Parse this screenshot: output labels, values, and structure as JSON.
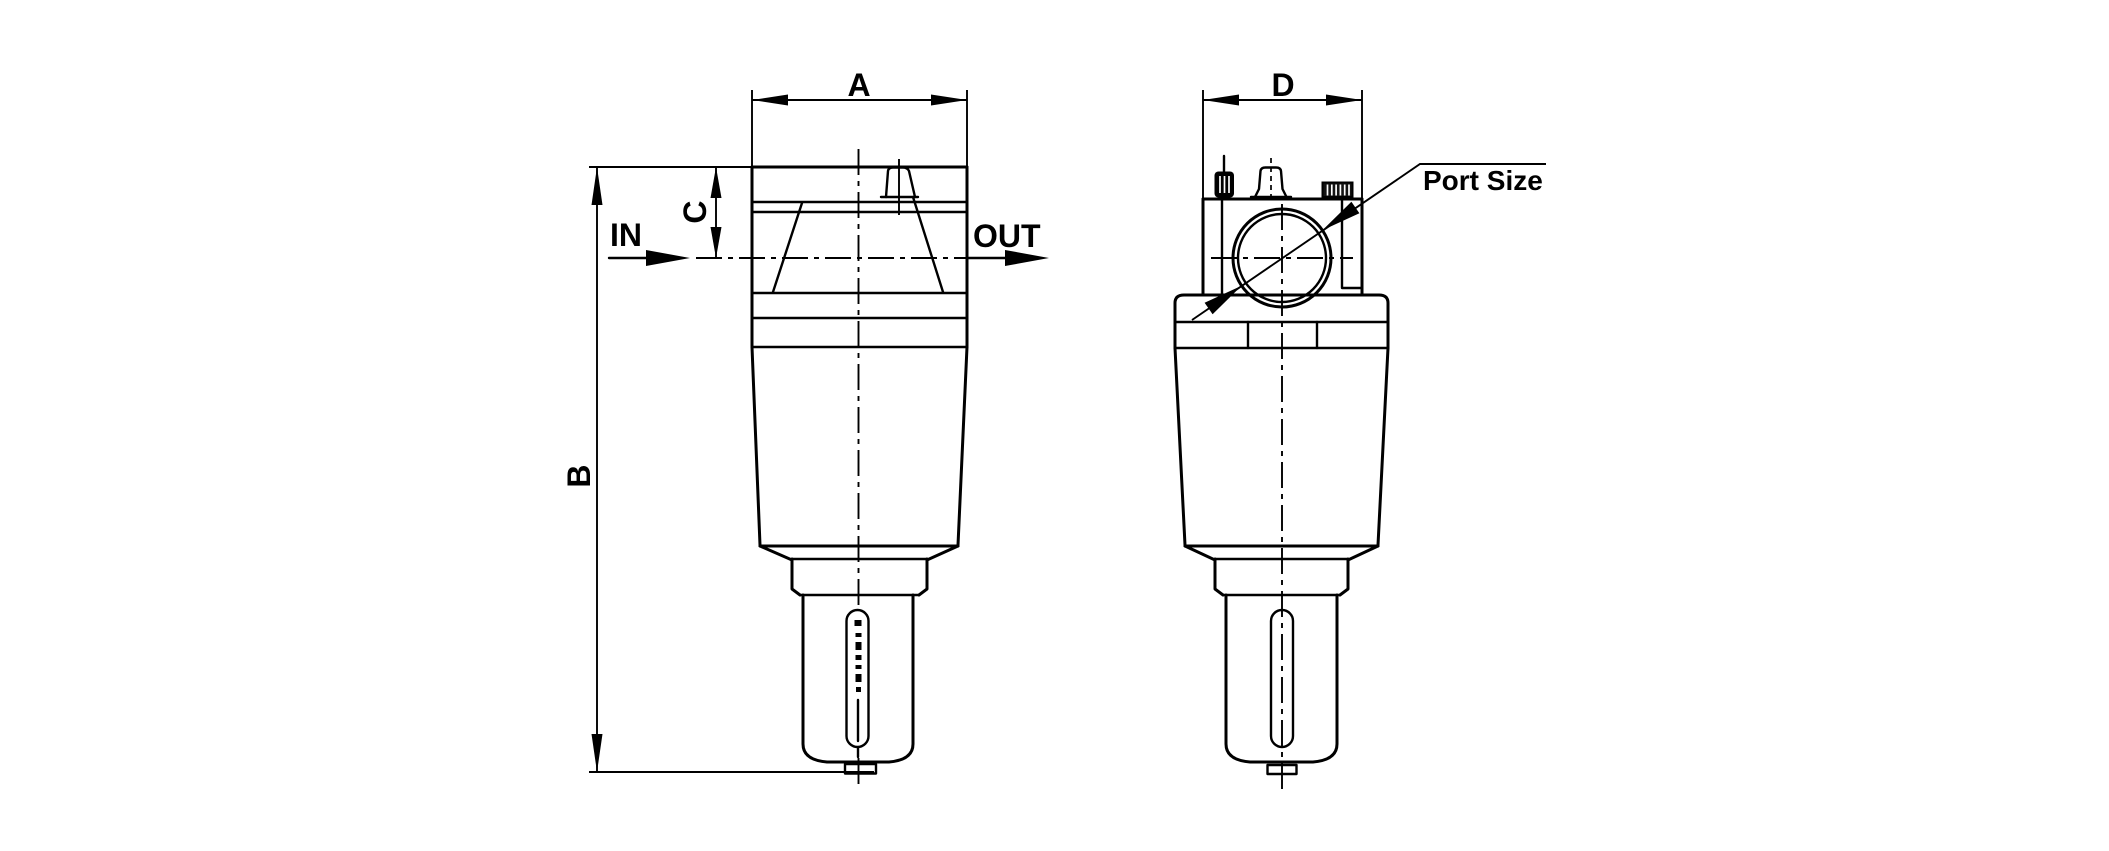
{
  "colors": {
    "ink": "#000000",
    "paper": "#ffffff"
  },
  "side_view": {
    "dim_width_label": "A",
    "dim_height_label": "B",
    "dim_port_center_label": "C",
    "inlet_label": "IN",
    "outlet_label": "OUT"
  },
  "end_view": {
    "dim_width_label": "D",
    "port_callout_label": "Port Size"
  }
}
